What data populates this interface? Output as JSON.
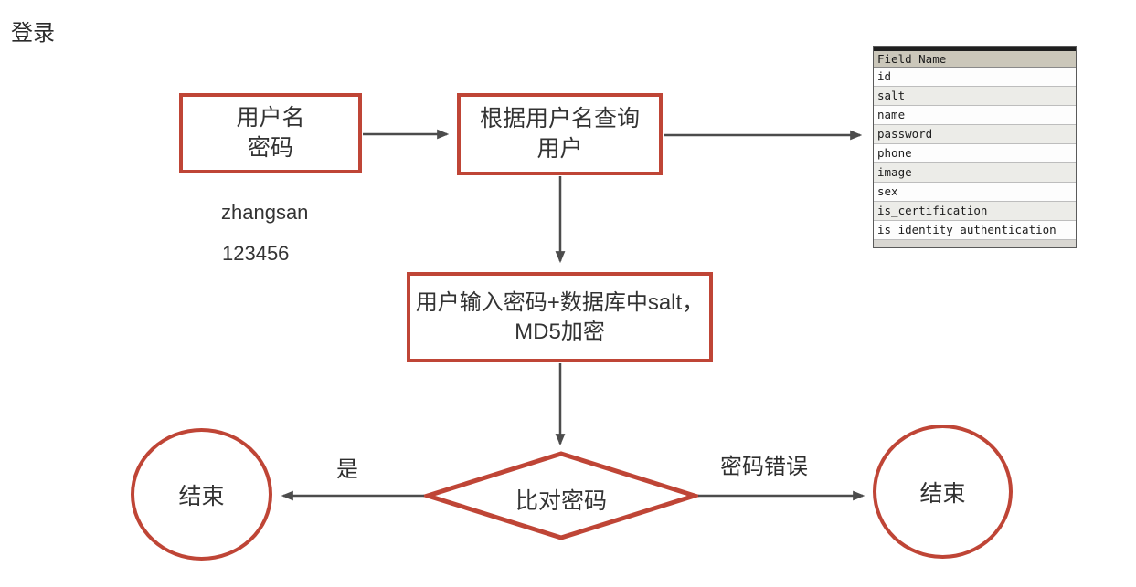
{
  "diagram": {
    "title": "登录",
    "colors": {
      "shape_border": "#bf4536",
      "connector": "#4c4c4c",
      "text": "#2e2e2e",
      "table_header_bg": "#cbc7ba",
      "table_top_bar": "#1f1f1f"
    },
    "nodes": {
      "credentials": "用户名\n密码",
      "query_user": "根据用户名查询\n用户",
      "md5": "用户输入密码+数据库中salt，\nMD5加密",
      "compare": "比对密码",
      "end_left": "结束",
      "end_right": "结束"
    },
    "annotations": {
      "username_sample": "zhangsan",
      "password_sample": "123456"
    },
    "edge_labels": {
      "yes": "是",
      "wrong_password": "密码错误"
    }
  },
  "field_table": {
    "header": "Field Name",
    "rows": [
      "id",
      "salt",
      "name",
      "password",
      "phone",
      "image",
      "sex",
      "is_certification",
      "is_identity_authentication"
    ]
  }
}
